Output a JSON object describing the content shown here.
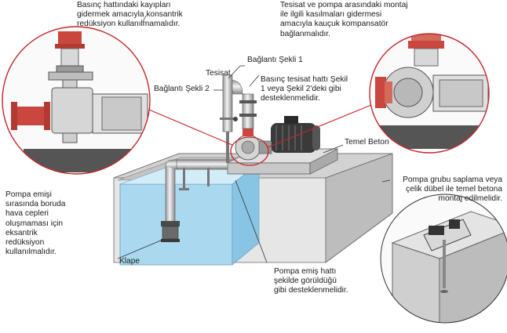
{
  "labels": {
    "top_left": "Basınç hattındaki kayıpları\ngidermek amacıyla konsantrik\nredüksiyon kullanılmamalıdır.",
    "top_right": "Tesisat ve pompa arasındaki montaj\nile ilgili kasılmaları gidermesi\namacıyla kauçuk kompansatör\nbağlanmalıdır.",
    "tesisat": "Tesisat",
    "baglanti_1": "Bağlantı Şekli 1",
    "baglanti_2": "Bağlantı Şekli 2",
    "basinc_hatti": "Basınç tesisat hattı Şekil\n1 veya Şekil 2'deki gibi\ndesteklenmelidir.",
    "temel_beton": "Temel Beton",
    "left_middle": "Pompa emişi\nsırasında boruda\nhava cepleri\noluşmaması için\neksantrik\nredüksiyon\nkullanılmalıdır.",
    "klape": "Klape",
    "pompa_emis": "Pompa emiş hattı\nşekilde görüldüğü\ngibi desteklenmelidir.",
    "right_middle": "Pompa grubu saplama veya\nçelik dübel ile temel betona\nmontaj edilmelidir."
  },
  "colors": {
    "callout_red": "#c1272d",
    "flange_red": "#c9473f",
    "water_blue": "#a9d8ef",
    "concrete": "#dcdcdc",
    "motor_dark": "#3a3a3a"
  }
}
